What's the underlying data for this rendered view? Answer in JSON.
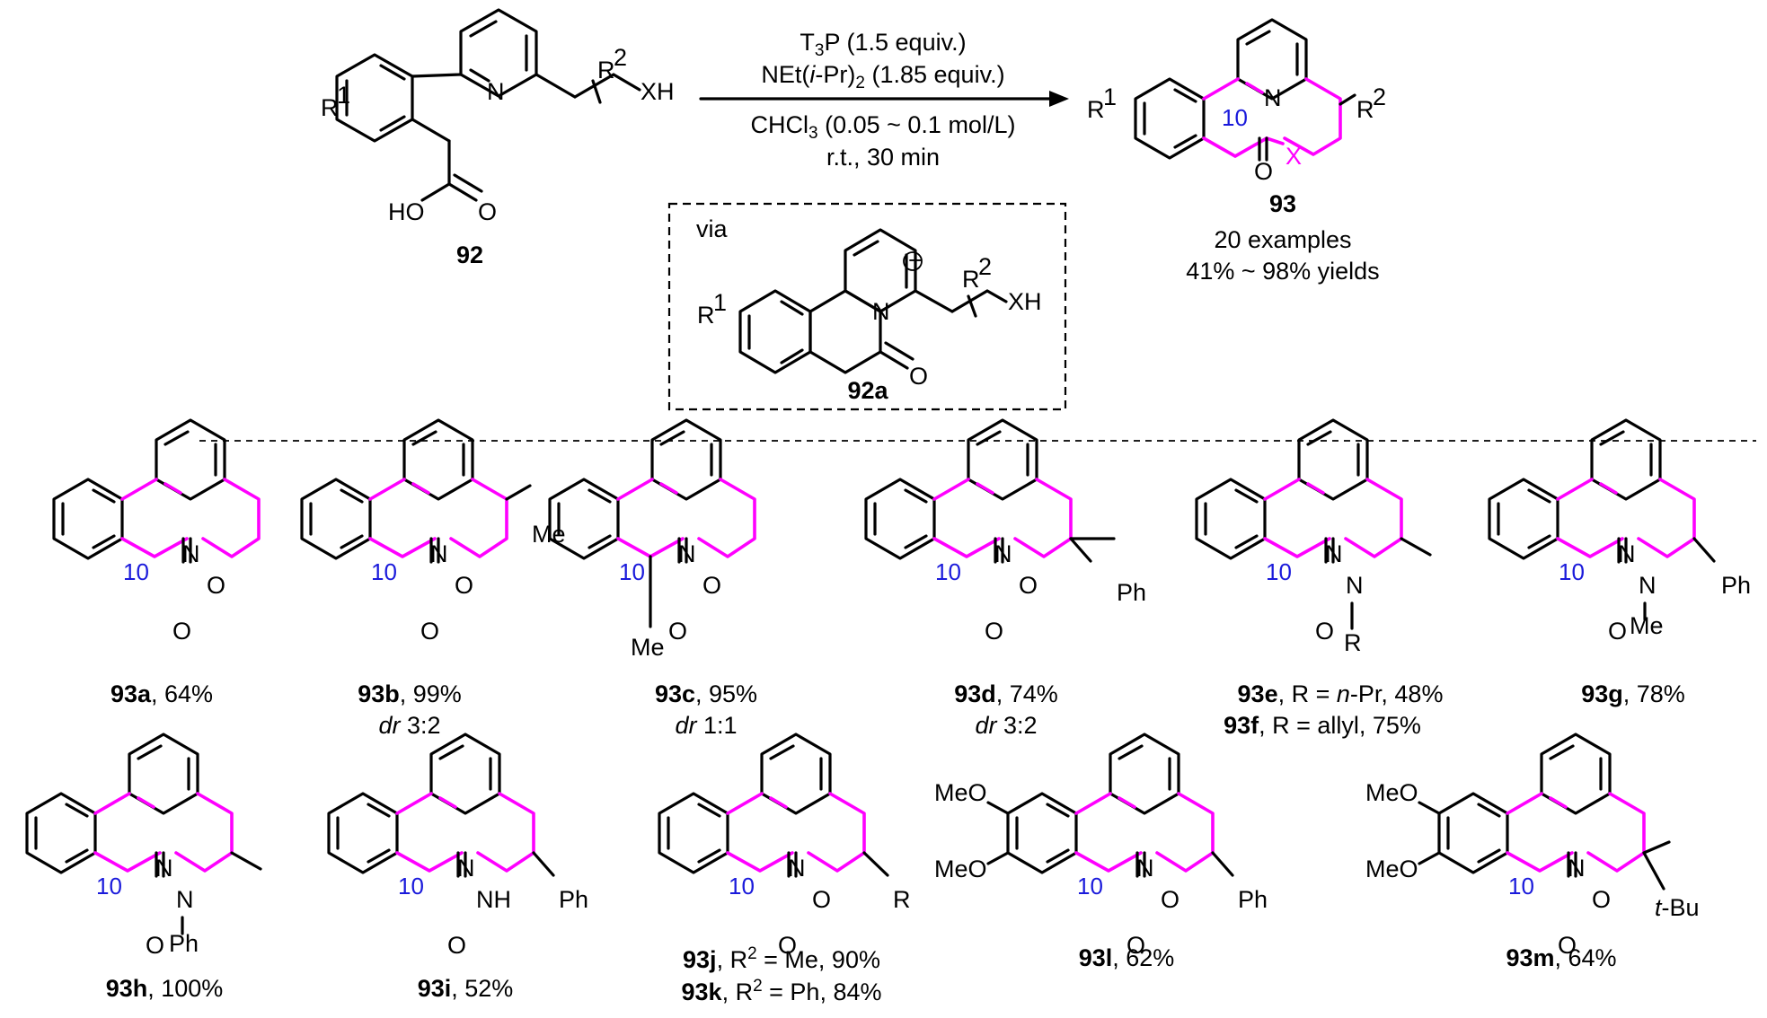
{
  "scheme": {
    "reactant_id": "92",
    "reactant_labels": {
      "r1": "R",
      "r1_sup": "1",
      "r2": "R",
      "r2_sup": "2",
      "xh": "XH",
      "n": "N",
      "ho": "HO",
      "o": "O"
    },
    "conditions": {
      "line1_a": "T",
      "line1_sub": "3",
      "line1_b": "P (1.5 equiv.)",
      "line2_a": "NEt(",
      "line2_i": "i",
      "line2_b": "-Pr)",
      "line2_sub": "2",
      "line2_c": " (1.85 equiv.)",
      "line3_a": "CHCl",
      "line3_sub": "3",
      "line3_b": " (0.05 ~ 0.1 mol/L)",
      "line4": "r.t., 30 min"
    },
    "intermediate": {
      "via": "via",
      "id": "92a",
      "charge": "+",
      "n": "N",
      "o": "O",
      "r1": "R",
      "r1_sup": "1",
      "r2": "R",
      "r2_sup": "2",
      "xh": "XH"
    },
    "product": {
      "id": "93",
      "examples": "20 examples",
      "yields": "41% ~ 98% yields",
      "ring_size": "10",
      "n": "N",
      "o": "O",
      "x": "X",
      "r1": "R",
      "r1_sup": "1",
      "r2": "R",
      "r2_sup": "2"
    }
  },
  "examples": [
    {
      "id": "93a",
      "caption": ", 64%"
    },
    {
      "id": "93b",
      "caption": ", 99%",
      "dr": "dr",
      "dr_value": " 3:2",
      "substituent": "Me"
    },
    {
      "id": "93c",
      "caption": ", 95%",
      "dr": "dr",
      "dr_value": " 1:1",
      "substituent": "Me"
    },
    {
      "id": "93d",
      "caption": ", 74%",
      "dr": "dr",
      "dr_value": " 3:2",
      "substituent": "Ph"
    },
    {
      "id": "93e",
      "caption_a": ", R = ",
      "caption_i": "n",
      "caption_b": "-Pr, 48%",
      "n_sub": "R"
    },
    {
      "id": "93f",
      "caption": ", R = allyl, 75%"
    },
    {
      "id": "93g",
      "caption": ", 78%",
      "substituent": "Ph",
      "n_sub": "Me"
    },
    {
      "id": "93h",
      "caption": ", 100%",
      "n_sub": "Ph"
    },
    {
      "id": "93i",
      "caption": ", 52%",
      "substituent": "Ph",
      "nh": "NH"
    },
    {
      "id": "93j",
      "caption_a": ", R",
      "caption_sup": "2",
      "caption_b": " = Me, 90%",
      "substituent": "R"
    },
    {
      "id": "93k",
      "caption_a": ", R",
      "caption_sup": "2",
      "caption_b": " = Ph, 84%"
    },
    {
      "id": "93l",
      "caption": ", 62%",
      "ome1": "MeO",
      "ome2": "MeO",
      "substituent": "Ph"
    },
    {
      "id": "93m",
      "caption": ", 64%",
      "ome1": "MeO",
      "ome2": "MeO",
      "sub_i": "t",
      "sub_b": "-Bu"
    }
  ],
  "common": {
    "ring_size": "10",
    "n": "N",
    "o": "O"
  },
  "colors": {
    "macrocycle": "#ff00ff",
    "ring_label": "#1a1adb",
    "bonds": "#000000"
  }
}
